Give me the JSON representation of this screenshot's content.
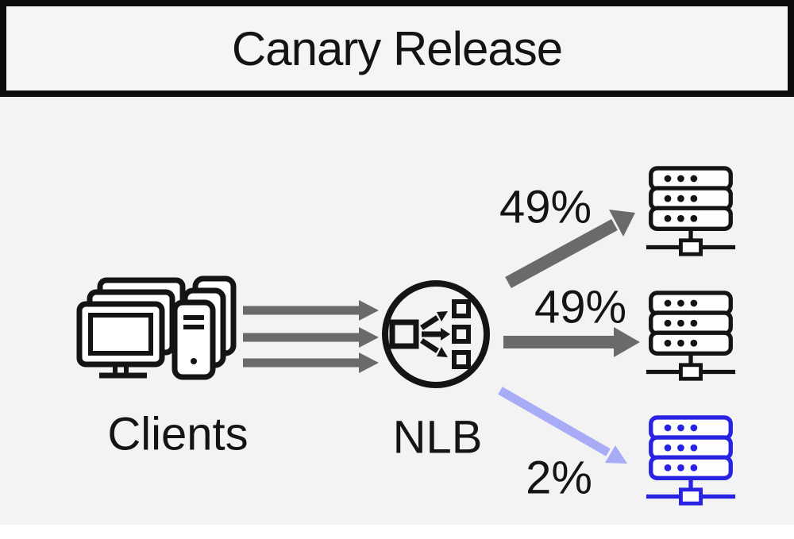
{
  "title": "Canary Release",
  "colors": {
    "canvas_bg": "#f4f3f4",
    "panel_bg": "#f6f5f6",
    "border": "#0d0d0d",
    "ink": "#141414",
    "arrow_gray": "#6a6a6a",
    "canary_arrow": "#a8abf5",
    "canary_blue": "#2823e3"
  },
  "nodes": {
    "clients": {
      "label": "Clients",
      "icon": "client-computers-icon"
    },
    "load_balancer": {
      "label": "NLB",
      "icon": "load-balancer-icon"
    },
    "servers": [
      {
        "name": "stable-server-1",
        "variant": "stable",
        "traffic_share": "49%",
        "icon": "server-stack-icon"
      },
      {
        "name": "stable-server-2",
        "variant": "stable",
        "traffic_share": "49%",
        "icon": "server-stack-icon"
      },
      {
        "name": "canary-server",
        "variant": "canary",
        "traffic_share": "2%",
        "icon": "server-stack-icon"
      }
    ]
  },
  "edges": [
    {
      "from": "clients",
      "to": "load_balancer",
      "arrows": 3
    },
    {
      "from": "load_balancer",
      "to": "stable-server-1",
      "label": "49%"
    },
    {
      "from": "load_balancer",
      "to": "stable-server-2",
      "label": "49%"
    },
    {
      "from": "load_balancer",
      "to": "canary-server",
      "label": "2%"
    }
  ]
}
